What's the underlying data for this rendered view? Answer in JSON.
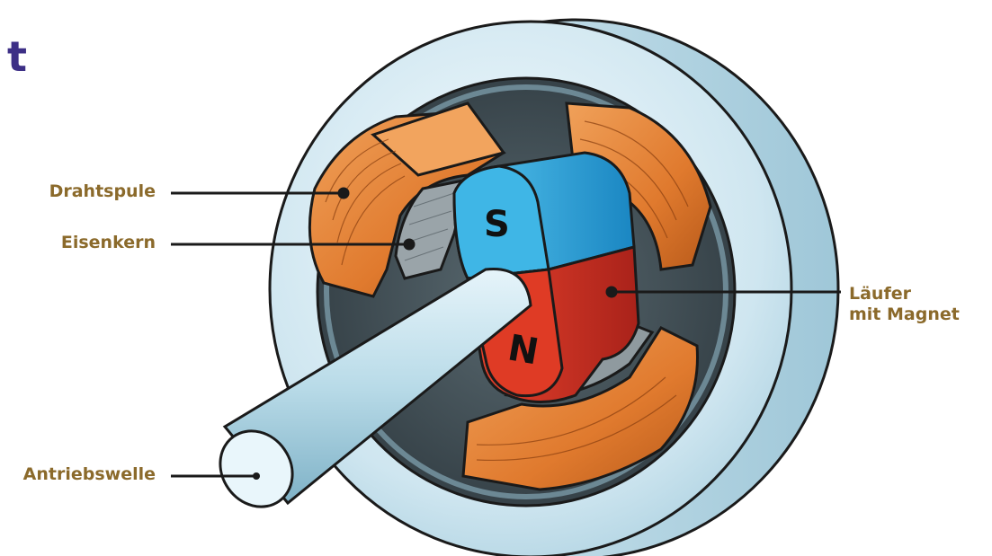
{
  "title_fragment": "t",
  "labels": {
    "drahtspule": "Drahtspule",
    "eisenkern": "Eisenkern",
    "antriebswelle": "Antriebswelle",
    "laeufer_line1": "Läufer",
    "laeufer_line2": "mit Magnet"
  },
  "poles": {
    "south": "S",
    "north": "N"
  },
  "colors": {
    "title": "#3d2f86",
    "label": "#8b6a2b",
    "copper": "#e07a2e",
    "magnet_south": "#2aa6df",
    "magnet_north": "#d7321f",
    "housing": "#cfe6f0",
    "shaft": "#b9dbe8"
  }
}
